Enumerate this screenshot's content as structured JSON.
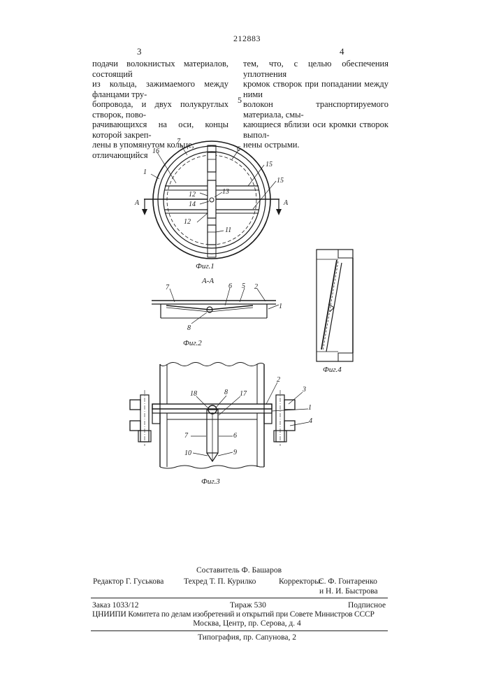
{
  "header": {
    "patent_number": "212883",
    "col_left_num": "3",
    "col_right_num": "4",
    "line_number": "5"
  },
  "text": {
    "left_lines": [
      "подачи волокнистых материалов, состоящий",
      "из кольца, зажимаемого между фланцами тру-",
      "бопровода, и двух полукруглых створок, пово-",
      "рачивающихся на оси, концы которой закреп-",
      "лены в упомянутом кольце, отличающийся"
    ],
    "right_lines": [
      "тем, что, с целью обеспечения уплотнения",
      "кромок створок при попадании между ними",
      "волокон транспортируемого материала, смы-",
      "кающиеся вблизи оси кромки створок выпол-",
      "нены острыми."
    ]
  },
  "figures": {
    "fig1": {
      "caption": "Фиг.1",
      "section_marks": [
        "A",
        "A"
      ],
      "labels": [
        "1",
        "7",
        "16",
        "6",
        "15",
        "15",
        "12",
        "13",
        "14",
        "12",
        "11"
      ]
    },
    "fig2": {
      "caption": "Фиг.2",
      "section_title": "А-А",
      "labels": [
        "7",
        "6",
        "5",
        "2",
        "1",
        "8"
      ]
    },
    "fig3": {
      "caption": "Фиг.3",
      "labels": [
        "18",
        "8",
        "17",
        "2",
        "3",
        "1",
        "4",
        "7",
        "6",
        "10",
        "9"
      ]
    },
    "fig4": {
      "caption": "Фиг.4"
    }
  },
  "footer": {
    "compiler": "Составитель Ф. Башаров",
    "editor": "Редактор Г. Гуськова",
    "techred": "Техред Т. П. Курилко",
    "correctors_label": "Корректоры:",
    "corrector1": "С. Ф. Гонтаренко",
    "corrector2": "и Н. И. Быстрова",
    "order": "Заказ 1033/12",
    "circulation": "Тираж 530",
    "subscription": "Подписное",
    "institute": "ЦНИИПИ Комитета по делам изобретений и открытий при Совете Министров СССР",
    "address": "Москва, Центр, пр. Серова, д. 4",
    "printing": "Типография, пр. Сапунова, 2"
  }
}
